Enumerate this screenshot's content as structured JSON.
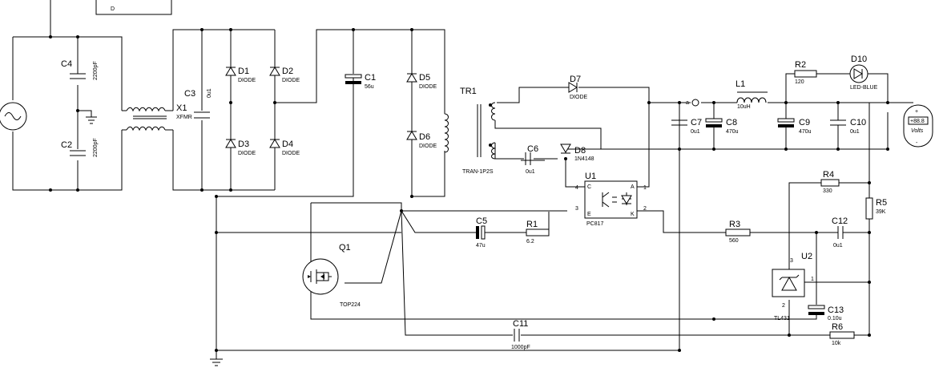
{
  "components": {
    "C4": {
      "ref": "C4",
      "value": "2200pF"
    },
    "C2": {
      "ref": "C2",
      "value": "2200pF"
    },
    "X1": {
      "ref": "X1",
      "value": "XFMR"
    },
    "C3": {
      "ref": "C3",
      "value": "0u1"
    },
    "D1": {
      "ref": "D1",
      "value": "DIODE"
    },
    "D2": {
      "ref": "D2",
      "value": "DIODE"
    },
    "D3": {
      "ref": "D3",
      "value": "DIODE"
    },
    "D4": {
      "ref": "D4",
      "value": "DIODE"
    },
    "C1": {
      "ref": "C1",
      "value": "56u"
    },
    "D5": {
      "ref": "D5",
      "value": "DIODE"
    },
    "D6": {
      "ref": "D6",
      "value": "DIODE"
    },
    "TR1": {
      "ref": "TR1",
      "value": "TRAN-1P2S"
    },
    "D7": {
      "ref": "D7",
      "value": "DIODE"
    },
    "C6": {
      "ref": "C6",
      "value": "0u1"
    },
    "D8": {
      "ref": "D8",
      "value": "1N4148"
    },
    "U1": {
      "ref": "U1",
      "value": "PC817"
    },
    "C5": {
      "ref": "C5",
      "value": "47u"
    },
    "R1": {
      "ref": "R1",
      "value": "6.2"
    },
    "Q1": {
      "ref": "Q1",
      "value": "TOP224"
    },
    "C11": {
      "ref": "C11",
      "value": "1000pF"
    },
    "C7": {
      "ref": "C7",
      "value": "0u1"
    },
    "C8": {
      "ref": "C8",
      "value": "470u"
    },
    "L1": {
      "ref": "L1",
      "value": "10uH"
    },
    "C9": {
      "ref": "C9",
      "value": "470u"
    },
    "C10": {
      "ref": "C10",
      "value": "0u1"
    },
    "R2": {
      "ref": "R2",
      "value": "120"
    },
    "D10": {
      "ref": "D10",
      "value": "LED-BLUE"
    },
    "R4": {
      "ref": "R4",
      "value": "330"
    },
    "R5": {
      "ref": "R5",
      "value": "39K"
    },
    "R3": {
      "ref": "R3",
      "value": "560"
    },
    "C12": {
      "ref": "C12",
      "value": "0u1"
    },
    "U2": {
      "ref": "U2",
      "value": "TL431"
    },
    "C13": {
      "ref": "C13",
      "value": "0.10u"
    },
    "R6": {
      "ref": "R6",
      "value": "10k"
    }
  },
  "voltmeter": {
    "reading": "+88.8",
    "unit": "Volts",
    "plus": "+",
    "minus": "-"
  },
  "top_box": {
    "label": "D"
  },
  "pins": {
    "u1_4": "4",
    "u1_3": "3",
    "u1_1": "1",
    "u1_2": "2",
    "u1_c": "C",
    "u1_e": "E",
    "u1_a": "A",
    "u1_k": "K",
    "u2_3": "3",
    "u2_1": "1",
    "u2_2": "2",
    "c7_a": "a"
  }
}
